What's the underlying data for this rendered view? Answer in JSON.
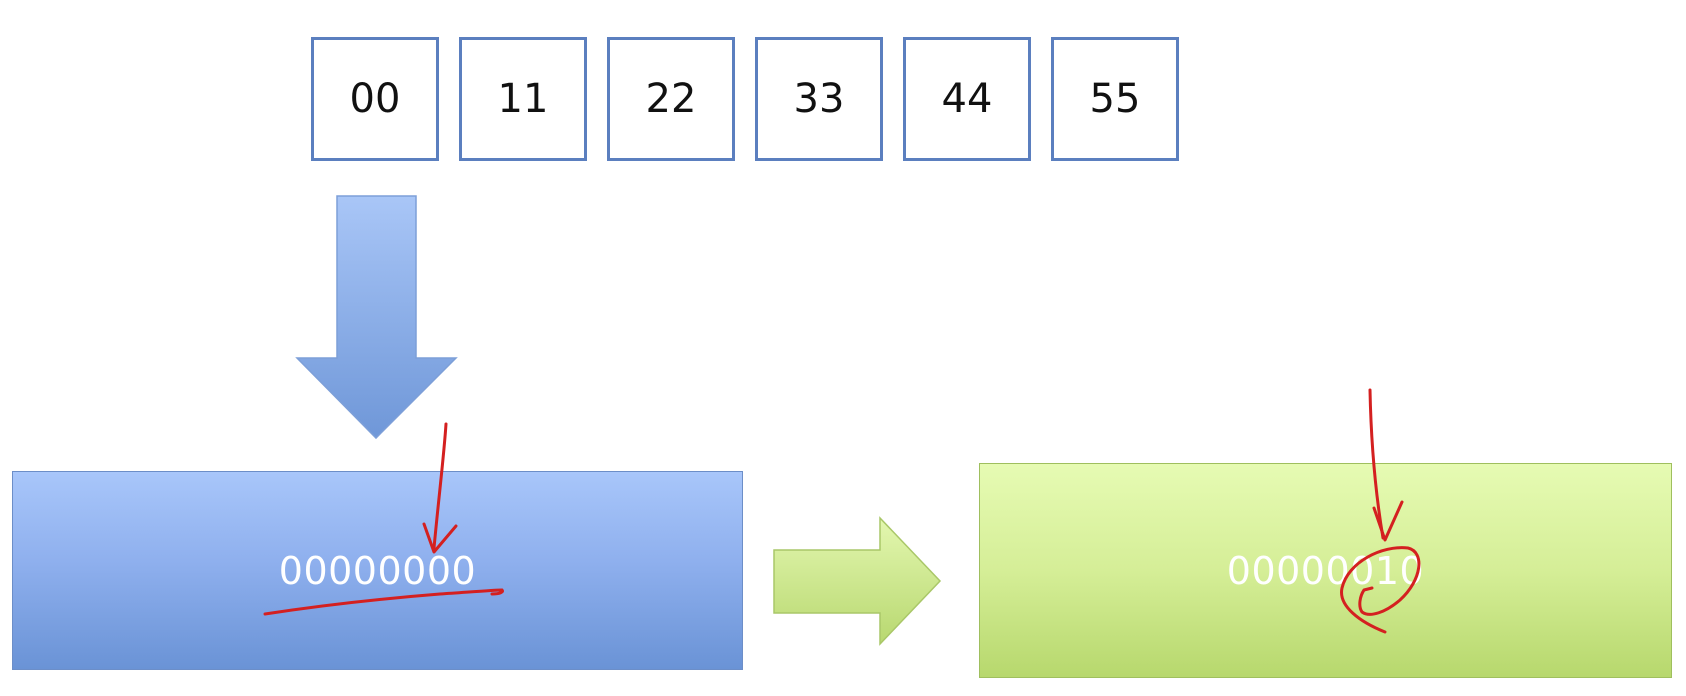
{
  "bytes": [
    "00",
    "11",
    "22",
    "33",
    "44",
    "55"
  ],
  "input_register": {
    "value": "00000000",
    "color_top": "#a8c6fa",
    "color_bottom": "#6a93d6"
  },
  "output_register": {
    "value": "00000010",
    "color_top": "#e6fbb3",
    "color_bottom": "#b7d86d"
  },
  "down_arrow": {
    "color_top": "#a9c6f7",
    "color_bottom": "#6f97d8"
  },
  "right_arrow": {
    "color_top": "#e3f7b0",
    "color_bottom": "#b8d870"
  },
  "annotation_color": "#d42020"
}
